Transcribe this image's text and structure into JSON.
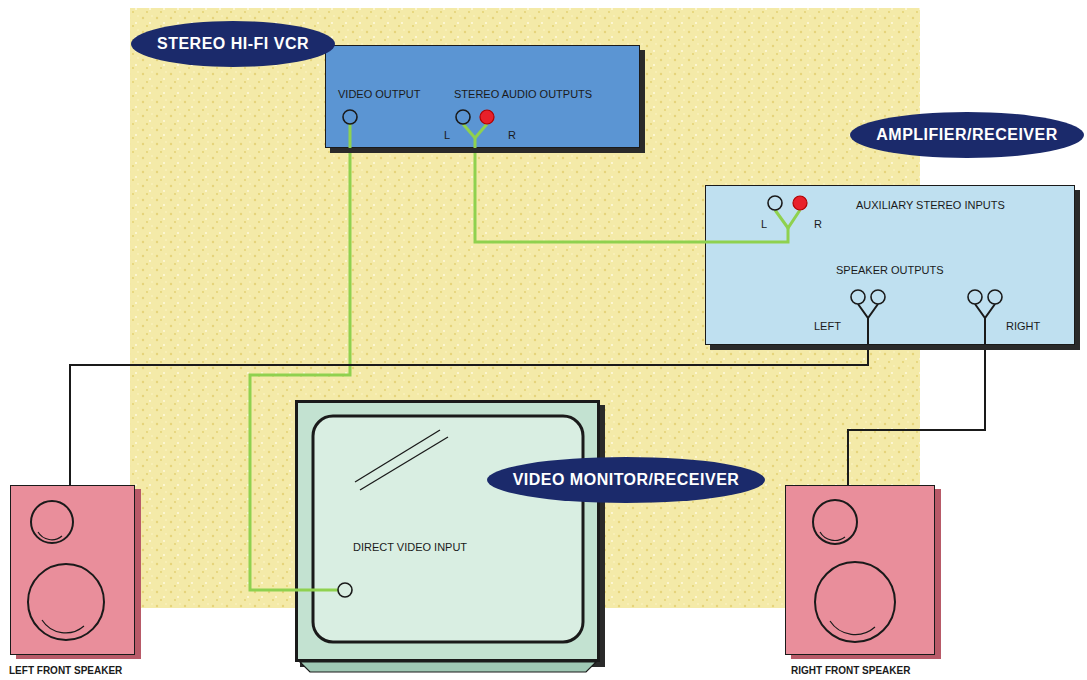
{
  "diagram": {
    "nodes": [
      {
        "text": [
          "STEREO HI-FI VCR",
          "VIDEO OUTPUT",
          "STEREO AUDIO OUTPUTS",
          "L",
          "R"
        ]
      },
      {
        "text": [
          "AMPLIFIER/RECEIVER",
          "AUXILIARY STEREO INPUTS",
          "L",
          "R",
          "SPEAKER OUTPUTS",
          "LEFT",
          "RIGHT"
        ]
      },
      {
        "text": [
          "VIDEO MONITOR/RECEIVER",
          "DIRECT VIDEO INPUT"
        ]
      },
      {
        "text": [
          "LEFT FRONT SPEAKER"
        ]
      },
      {
        "text": [
          "RIGHT FRONT SPEAKER"
        ]
      }
    ],
    "edges": [
      {
        "from": 0,
        "to": 1,
        "arrow": "none"
      },
      {
        "from": 0,
        "to": 2,
        "arrow": "none"
      },
      {
        "from": 1,
        "to": 3,
        "arrow": "none"
      },
      {
        "from": 1,
        "to": 4,
        "arrow": "none"
      }
    ]
  }
}
